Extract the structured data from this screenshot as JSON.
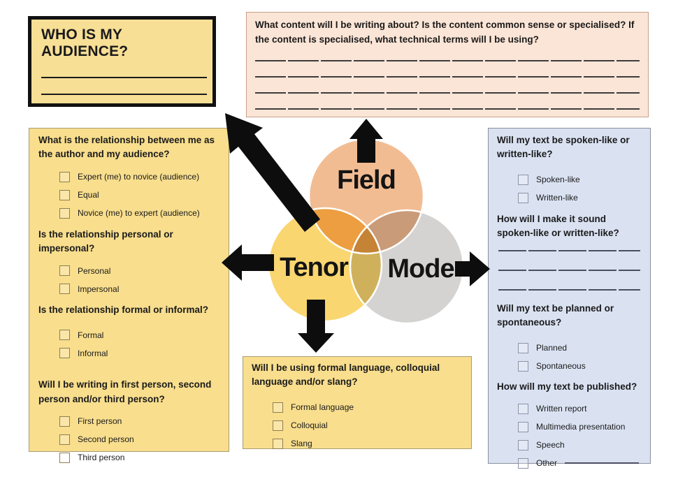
{
  "audience_box": {
    "title": "WHO IS MY AUDIENCE?"
  },
  "field_box": {
    "question": "What content will I be writing about? Is the content common sense or specialised? If the content is specialised, what technical terms will I be using?"
  },
  "venn": {
    "field_label": "Field",
    "tenor_label": "Tenor",
    "mode_label": "Mode",
    "field_color": "#F2BC92",
    "tenor_color": "#F9D66F",
    "mode_color": "#D5D3D1",
    "arrow_color": "#0d0d0d"
  },
  "tenor_box": {
    "q1": "What is the relationship between me as the author and my audience?",
    "q1_options": [
      "Expert (me) to novice (audience)",
      "Equal",
      "Novice (me) to expert (audience)"
    ],
    "q2": "Is the relationship personal or impersonal?",
    "q2_options": [
      "Personal",
      "Impersonal"
    ],
    "q3": "Is the relationship formal or informal?",
    "q3_options": [
      "Formal",
      "Informal"
    ],
    "q4": "Will I be writing in first person, second person and/or third person?",
    "q4_options": [
      "First person",
      "Second person",
      "Third person"
    ]
  },
  "language_box": {
    "question": "Will I be using formal language, colloquial language and/or slang?",
    "options": [
      "Formal language",
      "Colloquial",
      "Slang"
    ]
  },
  "mode_box": {
    "q1": "Will my text be spoken-like or written-like?",
    "q1_options": [
      "Spoken-like",
      "Written-like"
    ],
    "q2": "How will I make it sound spoken-like or written-like?",
    "q3": "Will my text be planned or spontaneous?",
    "q3_options": [
      "Planned",
      "Spontaneous"
    ],
    "q4": "How will my text be published?",
    "q4_options": [
      "Written report",
      "Multimedia presentation",
      "Speech",
      "Other"
    ]
  }
}
